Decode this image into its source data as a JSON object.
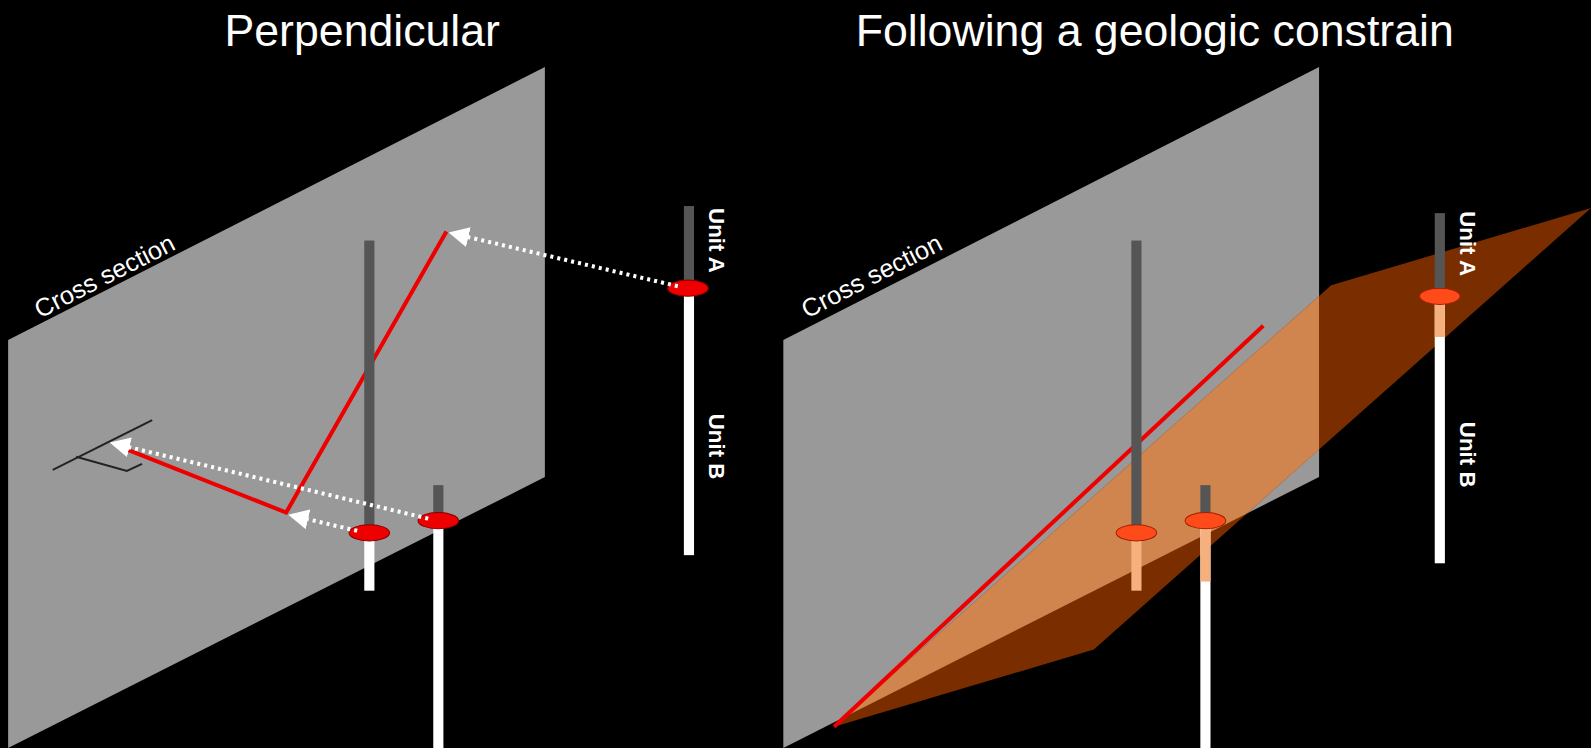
{
  "diagram": {
    "labels": [
      "Perpendicular",
      "Following a geologic constrain",
      "Cross section",
      "Unit A",
      "Unit B",
      "Cross section",
      "Unit A",
      "Unit B"
    ]
  }
}
